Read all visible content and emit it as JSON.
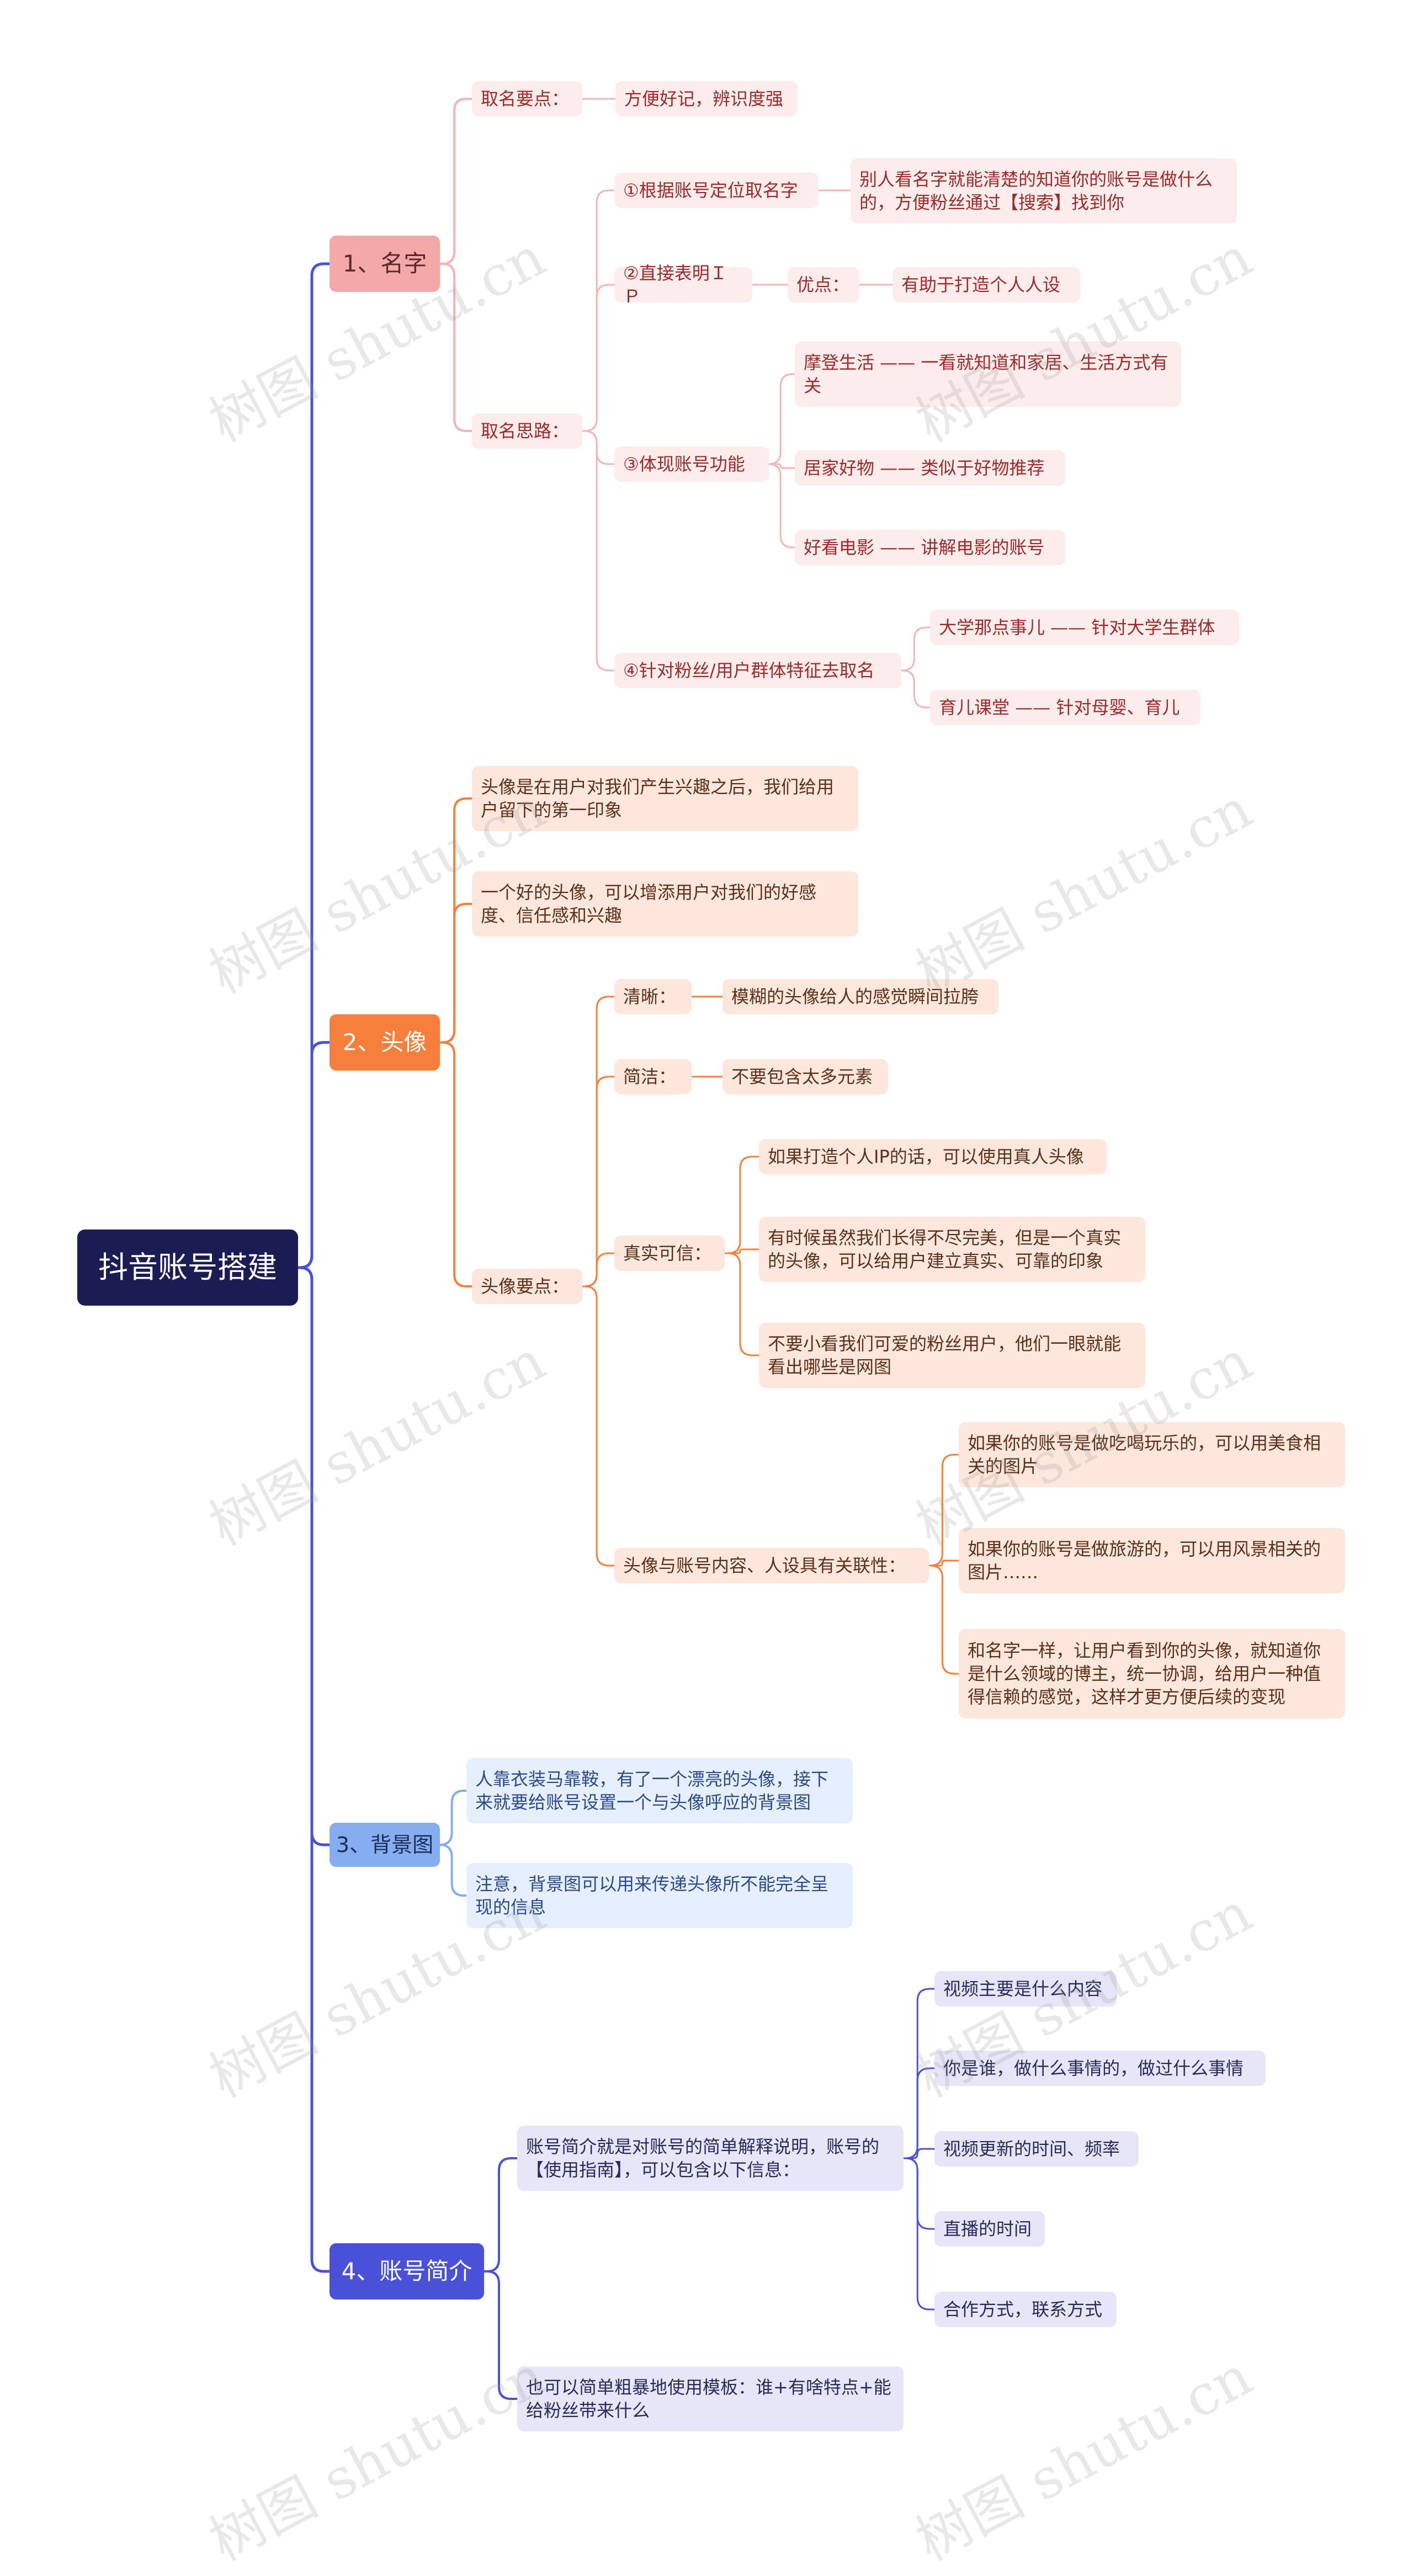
{
  "root": {
    "label": "抖音账号搭建",
    "color": "#1b1c54"
  },
  "colors": {
    "branch1": "#f4a9a8",
    "branch2": "#f77f3c",
    "branch3": "#86adf0",
    "branch4": "#4a51d9"
  },
  "watermark": "树图 shutu.cn",
  "branches": [
    {
      "label": "1、名字",
      "children": [
        {
          "label": "取名要点：",
          "children": [
            {
              "label": "方便好记，辨识度强"
            }
          ]
        },
        {
          "label": "取名思路：",
          "children": [
            {
              "label": "①根据账号定位取名字",
              "children": [
                {
                  "label": "别人看名字就能清楚的知道你的账号是做什么的，方便粉丝通过【搜索】找到你"
                }
              ]
            },
            {
              "label": "②直接表明ＩＰ",
              "children": [
                {
                  "label": "优点：",
                  "children": [
                    {
                      "label": "有助于打造个人人设"
                    }
                  ]
                }
              ]
            },
            {
              "label": "③体现账号功能",
              "children": [
                {
                  "label": "摩登生活 —— 一看就知道和家居、生活方式有关"
                },
                {
                  "label": "居家好物 —— 类似于好物推荐"
                },
                {
                  "label": "好看电影 —— 讲解电影的账号"
                }
              ]
            },
            {
              "label": "④针对粉丝/用户群体特征去取名",
              "children": [
                {
                  "label": "大学那点事儿 —— 针对大学生群体"
                },
                {
                  "label": "育儿课堂 —— 针对母婴、育儿"
                }
              ]
            }
          ]
        }
      ]
    },
    {
      "label": "2、头像",
      "children": [
        {
          "label": "头像是在用户对我们产生兴趣之后，我们给用户留下的第一印象"
        },
        {
          "label": "一个好的头像，可以增添用户对我们的好感度、信任感和兴趣"
        },
        {
          "label": "头像要点：",
          "children": [
            {
              "label": "清晰：",
              "children": [
                {
                  "label": "模糊的头像给人的感觉瞬间拉胯"
                }
              ]
            },
            {
              "label": "简洁：",
              "children": [
                {
                  "label": "不要包含太多元素"
                }
              ]
            },
            {
              "label": "真实可信：",
              "children": [
                {
                  "label": "如果打造个人IP的话，可以使用真人头像"
                },
                {
                  "label": "有时候虽然我们长得不尽完美，但是一个真实的头像，可以给用户建立真实、可靠的印象"
                },
                {
                  "label": "不要小看我们可爱的粉丝用户，他们一眼就能看出哪些是网图"
                }
              ]
            },
            {
              "label": "头像与账号内容、人设具有关联性：",
              "children": [
                {
                  "label": "如果你的账号是做吃喝玩乐的，可以用美食相关的图片"
                },
                {
                  "label": "如果你的账号是做旅游的，可以用风景相关的图片……"
                },
                {
                  "label": "和名字一样，让用户看到你的头像，就知道你是什么领域的博主，统一协调，给用户一种值得信赖的感觉，这样才更方便后续的变现"
                }
              ]
            }
          ]
        }
      ]
    },
    {
      "label": "3、背景图",
      "children": [
        {
          "label": "人靠衣装马靠鞍，有了一个漂亮的头像，接下来就要给账号设置一个与头像呼应的背景图"
        },
        {
          "label": "注意，背景图可以用来传递头像所不能完全呈现的信息"
        }
      ]
    },
    {
      "label": "4、账号简介",
      "children": [
        {
          "label": "账号简介就是对账号的简单解释说明，账号的【使用指南】，可以包含以下信息：",
          "children": [
            {
              "label": "视频主要是什么内容"
            },
            {
              "label": "你是谁，做什么事情的，做过什么事情"
            },
            {
              "label": "视频更新的时间、频率"
            },
            {
              "label": "直播的时间"
            },
            {
              "label": "合作方式，联系方式"
            }
          ]
        },
        {
          "label": "也可以简单粗暴地使用模板：谁+有啥特点+能给粉丝带来什么"
        }
      ]
    }
  ]
}
